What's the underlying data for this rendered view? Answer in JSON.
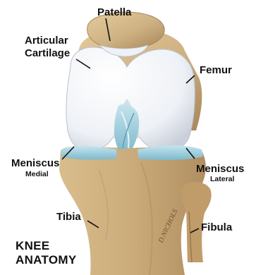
{
  "title_lines": [
    "KNEE",
    "ANATOMY"
  ],
  "labels": {
    "patella": "Patella",
    "articular_cartilage_line1": "Articular",
    "articular_cartilage_line2": "Cartilage",
    "femur": "Femur",
    "meniscus_medial": "Meniscus",
    "meniscus_medial_sub": "Medial",
    "meniscus_lateral": "Meniscus",
    "meniscus_lateral_sub": "Lateral",
    "tibia": "Tibia",
    "fibula": "Fibula"
  },
  "signature": "D.NICHOLS",
  "colors": {
    "bone": "#cfb283",
    "bone_shadow": "#a8865a",
    "cartilage": "#f2f4f8",
    "meniscus": "#9fd0df",
    "ligament": "#a9d3e2",
    "leader_line": "#111111"
  }
}
